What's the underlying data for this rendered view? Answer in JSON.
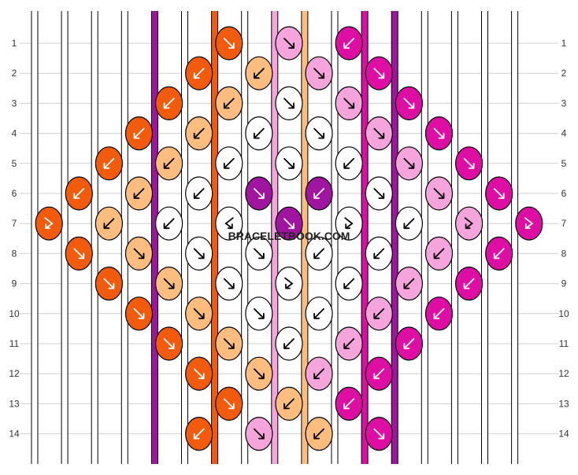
{
  "watermark": "BRACELETBOOK.COM",
  "colors": {
    "F": "#ffffff",
    "A": "#a0159f",
    "C": "#f25a0c",
    "E": "#f5a4dc",
    "B": "#fcbd7e",
    "D": "#de0ea4"
  },
  "strands_top": [
    "F",
    "F",
    "F",
    "F",
    "A",
    "F",
    "C",
    "F",
    "E",
    "B",
    "F",
    "D",
    "A",
    "F",
    "F",
    "F",
    "F"
  ],
  "strands_bottom": [
    "F",
    "F",
    "F",
    "F",
    "A",
    "F",
    "C",
    "F",
    "E",
    "B",
    "F",
    "D",
    "A",
    "F",
    "F",
    "F",
    "F"
  ],
  "row_labels": [
    "1",
    "2",
    "3",
    "4",
    "5",
    "6",
    "7",
    "8",
    "9",
    "10",
    "11",
    "12",
    "13",
    "14"
  ],
  "pattern_rows": [
    [
      "F",
      "F",
      "F",
      "F",
      "A",
      "F",
      "C",
      "F",
      "E",
      "B",
      "F",
      "D",
      "A",
      "F",
      "F",
      "F",
      "F"
    ],
    [
      "F",
      "F",
      "F",
      "F",
      "A",
      "C",
      "F",
      "B",
      "F",
      "F",
      "E",
      "A",
      "D",
      "F",
      "F",
      "F",
      "F"
    ],
    [
      "F",
      "F",
      "F",
      "F",
      "C",
      "A",
      "B",
      "F",
      "F",
      "F",
      "F",
      "E",
      "A",
      "D",
      "F",
      "F",
      "F"
    ],
    [
      "F",
      "F",
      "F",
      "C",
      "F",
      "B",
      "A",
      "F",
      "F",
      "F",
      "E",
      "A",
      "F",
      "F",
      "D",
      "F",
      "F"
    ],
    [
      "F",
      "F",
      "C",
      "F",
      "B",
      "F",
      "F",
      "A",
      "F",
      "F",
      "A",
      "E",
      "F",
      "F",
      "F",
      "D",
      "F"
    ],
    [
      "F",
      "C",
      "F",
      "B",
      "F",
      "F",
      "F",
      "F",
      "A",
      "F",
      "F",
      "F",
      "E",
      "F",
      "F",
      "F",
      "D"
    ],
    [
      "C",
      "F",
      "B",
      "F",
      "F",
      "F",
      "F",
      "F",
      "F",
      "A",
      "F",
      "F",
      "F",
      "E",
      "F",
      "F",
      "D"
    ],
    [
      "F",
      "C",
      "F",
      "B",
      "F",
      "F",
      "F",
      "F",
      "A",
      "F",
      "F",
      "F",
      "E",
      "F",
      "F",
      "D",
      "F"
    ],
    [
      "F",
      "F",
      "C",
      "F",
      "B",
      "F",
      "F",
      "A",
      "F",
      "F",
      "A",
      "E",
      "F",
      "F",
      "D",
      "F",
      "F"
    ],
    [
      "F",
      "F",
      "F",
      "C",
      "F",
      "B",
      "A",
      "F",
      "F",
      "F",
      "E",
      "A",
      "F",
      "D",
      "F",
      "F",
      "F"
    ],
    [
      "F",
      "F",
      "F",
      "F",
      "C",
      "A",
      "B",
      "F",
      "F",
      "E",
      "F",
      "F",
      "A",
      "D",
      "F",
      "F",
      "F"
    ],
    [
      "F",
      "F",
      "F",
      "F",
      "A",
      "C",
      "F",
      "B",
      "E",
      "F",
      "F",
      "D",
      "A",
      "F",
      "F",
      "F",
      "F"
    ],
    [
      "F",
      "F",
      "F",
      "F",
      "A",
      "F",
      "C",
      "F",
      "B",
      "E",
      "D",
      "F",
      "A",
      "F",
      "F",
      "F",
      "F"
    ],
    [
      "F",
      "F",
      "F",
      "F",
      "A",
      "F",
      "C",
      "F",
      "E",
      "B",
      "F",
      "D",
      "A",
      "F",
      "F",
      "F",
      "F"
    ]
  ],
  "knots": [
    [
      {
        "c": "C",
        "d": "fwd"
      },
      {
        "c": "E",
        "d": "fwd"
      },
      {
        "c": "D",
        "d": "bwd"
      }
    ],
    [
      {
        "c": "C",
        "d": "bwd"
      },
      {
        "c": "B",
        "d": "bwd"
      },
      {
        "c": "E",
        "d": "fwd"
      },
      {
        "c": "D",
        "d": "fwd"
      }
    ],
    [
      {
        "c": "C",
        "d": "bwd"
      },
      {
        "c": "B",
        "d": "bwd"
      },
      {
        "c": "F",
        "d": "fwd"
      },
      {
        "c": "E",
        "d": "fwd"
      },
      {
        "c": "D",
        "d": "fwd"
      }
    ],
    [
      {
        "c": "C",
        "d": "bwd"
      },
      {
        "c": "B",
        "d": "bwd"
      },
      {
        "c": "F",
        "d": "bwd"
      },
      {
        "c": "F",
        "d": "fwd"
      },
      {
        "c": "E",
        "d": "fwd"
      },
      {
        "c": "D",
        "d": "fwd"
      }
    ],
    [
      {
        "c": "C",
        "d": "bwd"
      },
      {
        "c": "B",
        "d": "bwd"
      },
      {
        "c": "F",
        "d": "bwd"
      },
      {
        "c": "F",
        "d": "fwd"
      },
      {
        "c": "F",
        "d": "bwd"
      },
      {
        "c": "E",
        "d": "fwd"
      },
      {
        "c": "D",
        "d": "fwd"
      }
    ],
    [
      {
        "c": "C",
        "d": "bwd"
      },
      {
        "c": "B",
        "d": "bwd"
      },
      {
        "c": "F",
        "d": "bwd"
      },
      {
        "c": "A",
        "d": "fwd"
      },
      {
        "c": "A",
        "d": "bwd"
      },
      {
        "c": "F",
        "d": "fwd"
      },
      {
        "c": "E",
        "d": "fwd"
      },
      {
        "c": "D",
        "d": "fwd"
      }
    ],
    [
      {
        "c": "C",
        "d": "fb"
      },
      {
        "c": "B",
        "d": "bwd"
      },
      {
        "c": "F",
        "d": "bwd"
      },
      {
        "c": "F",
        "d": "bf"
      },
      {
        "c": "A",
        "d": "fwd"
      },
      {
        "c": "F",
        "d": "fb"
      },
      {
        "c": "F",
        "d": "bwd"
      },
      {
        "c": "E",
        "d": "fb"
      },
      {
        "c": "D",
        "d": "fb"
      }
    ],
    [
      {
        "c": "C",
        "d": "fwd"
      },
      {
        "c": "B",
        "d": "fwd"
      },
      {
        "c": "F",
        "d": "fwd"
      },
      {
        "c": "F",
        "d": "fwd"
      },
      {
        "c": "F",
        "d": "bwd"
      },
      {
        "c": "F",
        "d": "bwd"
      },
      {
        "c": "E",
        "d": "bwd"
      },
      {
        "c": "D",
        "d": "bwd"
      }
    ],
    [
      {
        "c": "C",
        "d": "fwd"
      },
      {
        "c": "B",
        "d": "fwd"
      },
      {
        "c": "F",
        "d": "fwd"
      },
      {
        "c": "F",
        "d": "fb"
      },
      {
        "c": "F",
        "d": "bwd"
      },
      {
        "c": "E",
        "d": "bwd"
      },
      {
        "c": "D",
        "d": "bwd"
      }
    ],
    [
      {
        "c": "C",
        "d": "fwd"
      },
      {
        "c": "B",
        "d": "fwd"
      },
      {
        "c": "F",
        "d": "fwd"
      },
      {
        "c": "F",
        "d": "bwd"
      },
      {
        "c": "E",
        "d": "bwd"
      },
      {
        "c": "D",
        "d": "bwd"
      }
    ],
    [
      {
        "c": "C",
        "d": "fwd"
      },
      {
        "c": "B",
        "d": "fwd"
      },
      {
        "c": "F",
        "d": "bwd"
      },
      {
        "c": "E",
        "d": "bwd"
      },
      {
        "c": "D",
        "d": "bwd"
      }
    ],
    [
      {
        "c": "C",
        "d": "fwd"
      },
      {
        "c": "B",
        "d": "fwd"
      },
      {
        "c": "E",
        "d": "bwd"
      },
      {
        "c": "D",
        "d": "bwd"
      }
    ],
    [
      {
        "c": "C",
        "d": "fwd"
      },
      {
        "c": "B",
        "d": "bwd"
      },
      {
        "c": "D",
        "d": "bwd"
      }
    ],
    [
      {
        "c": "C",
        "d": "bwd"
      },
      {
        "c": "E",
        "d": "fwd"
      },
      {
        "c": "B",
        "d": "bwd"
      },
      {
        "c": "D",
        "d": "fwd"
      }
    ]
  ]
}
